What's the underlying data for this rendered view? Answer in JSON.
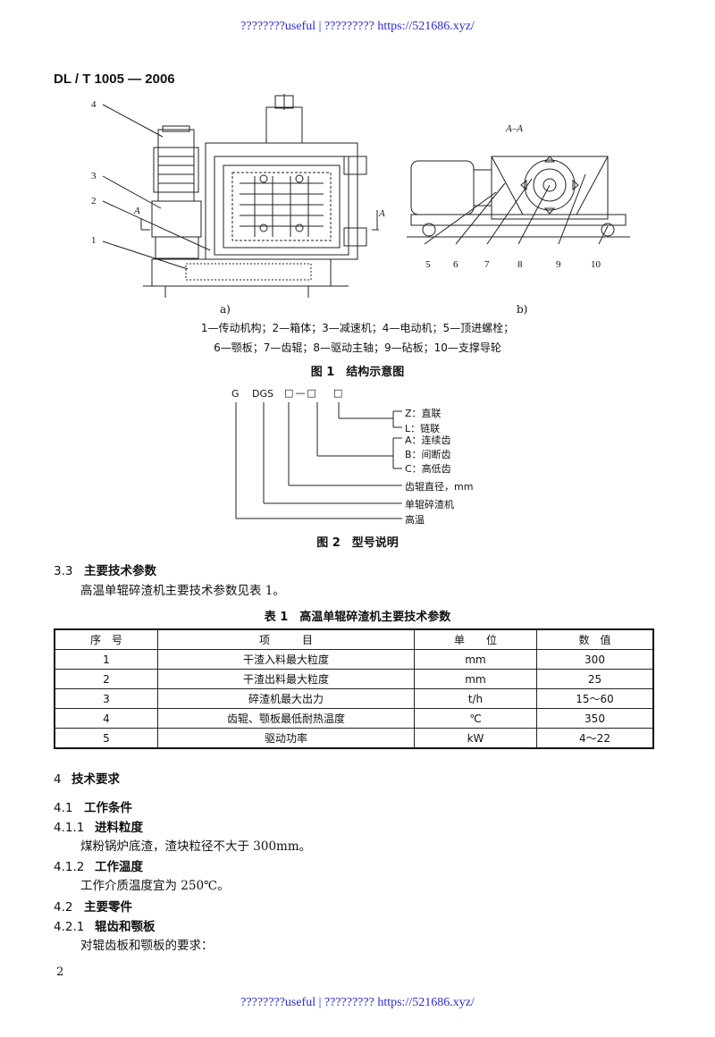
{
  "watermark": {
    "top": "????????useful | ????????? https://521686.xyz/",
    "bottom": "????????useful | ????????? https://521686.xyz/"
  },
  "header": {
    "standard_code": "DL / T 1005 — 2006"
  },
  "figure1": {
    "callouts_a": [
      "4",
      "3",
      "2",
      "A",
      "1"
    ],
    "section_marker_right": "A",
    "view_title": "A–A",
    "callouts_b": [
      "5",
      "6",
      "7",
      "8",
      "9",
      "10"
    ],
    "sub_a": "a)",
    "sub_b": "b)",
    "legend_line1": "1—传动机构；2—箱体；3—减速机；4—电动机；5—顶进螺栓；",
    "legend_line2": "6—颚板；7—齿辊；8—驱动主轴；9—砧板；10—支撑导轮",
    "title": "图 1　结构示意图"
  },
  "figure2": {
    "code_parts": [
      "G",
      "DGS",
      "□—□",
      "□"
    ],
    "labels": {
      "z": "Z：直联",
      "l": "L：链联",
      "a": "A：连续齿",
      "b": "B：间断齿",
      "c": "C：高低齿",
      "diameter": "齿辊直径，mm",
      "single": "单辊碎渣机",
      "high": "高温"
    },
    "title": "图 2　型号说明"
  },
  "sections": {
    "s33": {
      "num": "3.3",
      "title": "主要技术参数"
    },
    "s33_text": "高温单辊碎渣机主要技术参数见表 1。",
    "table_title": "表 1　高温单辊碎渣机主要技术参数",
    "s4": {
      "num": "4",
      "title": "技术要求"
    },
    "s41": {
      "num": "4.1",
      "title": "工作条件"
    },
    "s411": {
      "num": "4.1.1",
      "title": "进料粒度"
    },
    "s411_text": "煤粉锅炉底渣，渣块粒径不大于 300mm。",
    "s412": {
      "num": "4.1.2",
      "title": "工作温度"
    },
    "s412_text": "工作介质温度宜为 250℃。",
    "s42": {
      "num": "4.2",
      "title": "主要零件"
    },
    "s421": {
      "num": "4.2.1",
      "title": "辊齿和颚板"
    },
    "s421_text": "对辊齿板和颚板的要求："
  },
  "table": {
    "headers": [
      "序　号",
      "项　　　目",
      "单　　位",
      "数　值"
    ],
    "rows": [
      [
        "1",
        "干渣入料最大粒度",
        "mm",
        "300"
      ],
      [
        "2",
        "干渣出料最大粒度",
        "mm",
        "25"
      ],
      [
        "3",
        "碎渣机最大出力",
        "t/h",
        "15～60"
      ],
      [
        "4",
        "齿辊、颚板最低耐热温度",
        "℃",
        "350"
      ],
      [
        "5",
        "驱动功率",
        "kW",
        "4～22"
      ]
    ]
  },
  "page_number": "2"
}
